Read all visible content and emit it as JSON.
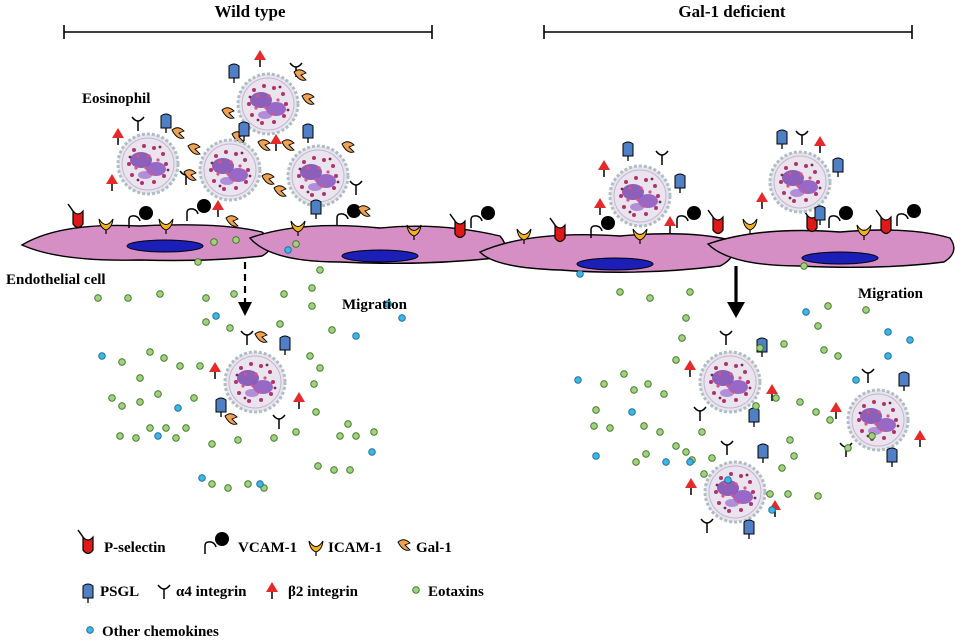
{
  "headers": {
    "wild_type": "Wild type",
    "gal1_deficient": "Gal-1 deficient"
  },
  "labels": {
    "eosinophil": "Eosinophil",
    "endothelial_cell": "Endothelial cell",
    "migration_left": "Migration",
    "migration_right": "Migration"
  },
  "legend": {
    "p_selectin": "P-selectin",
    "vcam1": "VCAM-1",
    "icam1": "ICAM-1",
    "gal1": "Gal-1",
    "psgl": "PSGL",
    "a4_integrin": "α4 integrin",
    "b2_integrin": "β2 integrin",
    "eotaxins": "Eotaxins",
    "other_chemokines": "Other chemokines"
  },
  "colors": {
    "endothelium": "#d58fc4",
    "nucleus": "#1b1fb8",
    "p_selectin": "#e01818",
    "vcam1": "#000000",
    "icam1": "#f2b21c",
    "gal1": "#f0a250",
    "psgl": "#4f7fc4",
    "b2_integrin": "#e52a2a",
    "eotaxin": "#9fd37a",
    "chemokine": "#3bb6e8",
    "cell_membrane": "#aebfc4",
    "cell_body": "#eae4ef",
    "granule": "#b2326a",
    "cell_nucleus": "#7a48b0"
  },
  "icons": {
    "p_selectin": "p-selectin-icon",
    "vcam1": "vcam1-icon",
    "icam1": "icam1-icon",
    "gal1": "gal1-icon",
    "psgl": "psgl-icon",
    "a4_integrin": "a4-integrin-icon",
    "b2_integrin": "b2-integrin-icon",
    "eotaxin": "eotaxin-dot-icon",
    "chemokine": "chemokine-dot-icon"
  }
}
